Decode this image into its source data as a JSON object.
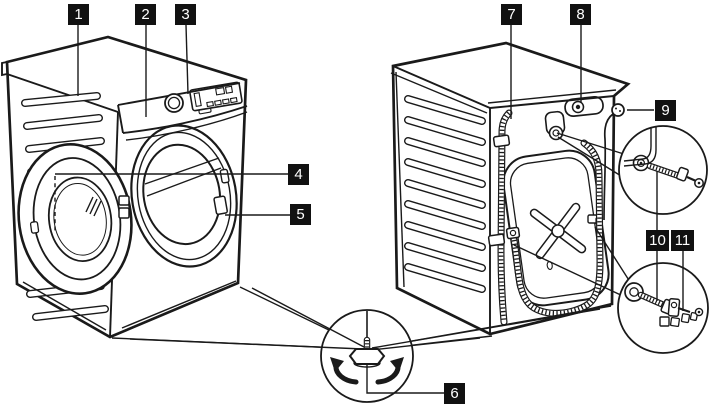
{
  "figure": {
    "colors": {
      "background": "#ffffff",
      "line": "#1a1a1a",
      "label_background": "#111111",
      "label_text": "#ffffff"
    },
    "labels": [
      {
        "number": "1"
      },
      {
        "number": "2"
      },
      {
        "number": "3"
      },
      {
        "number": "4"
      },
      {
        "number": "5"
      },
      {
        "number": "6"
      },
      {
        "number": "7"
      },
      {
        "number": "8"
      },
      {
        "number": "9"
      },
      {
        "number": "10"
      },
      {
        "number": "11"
      }
    ]
  }
}
